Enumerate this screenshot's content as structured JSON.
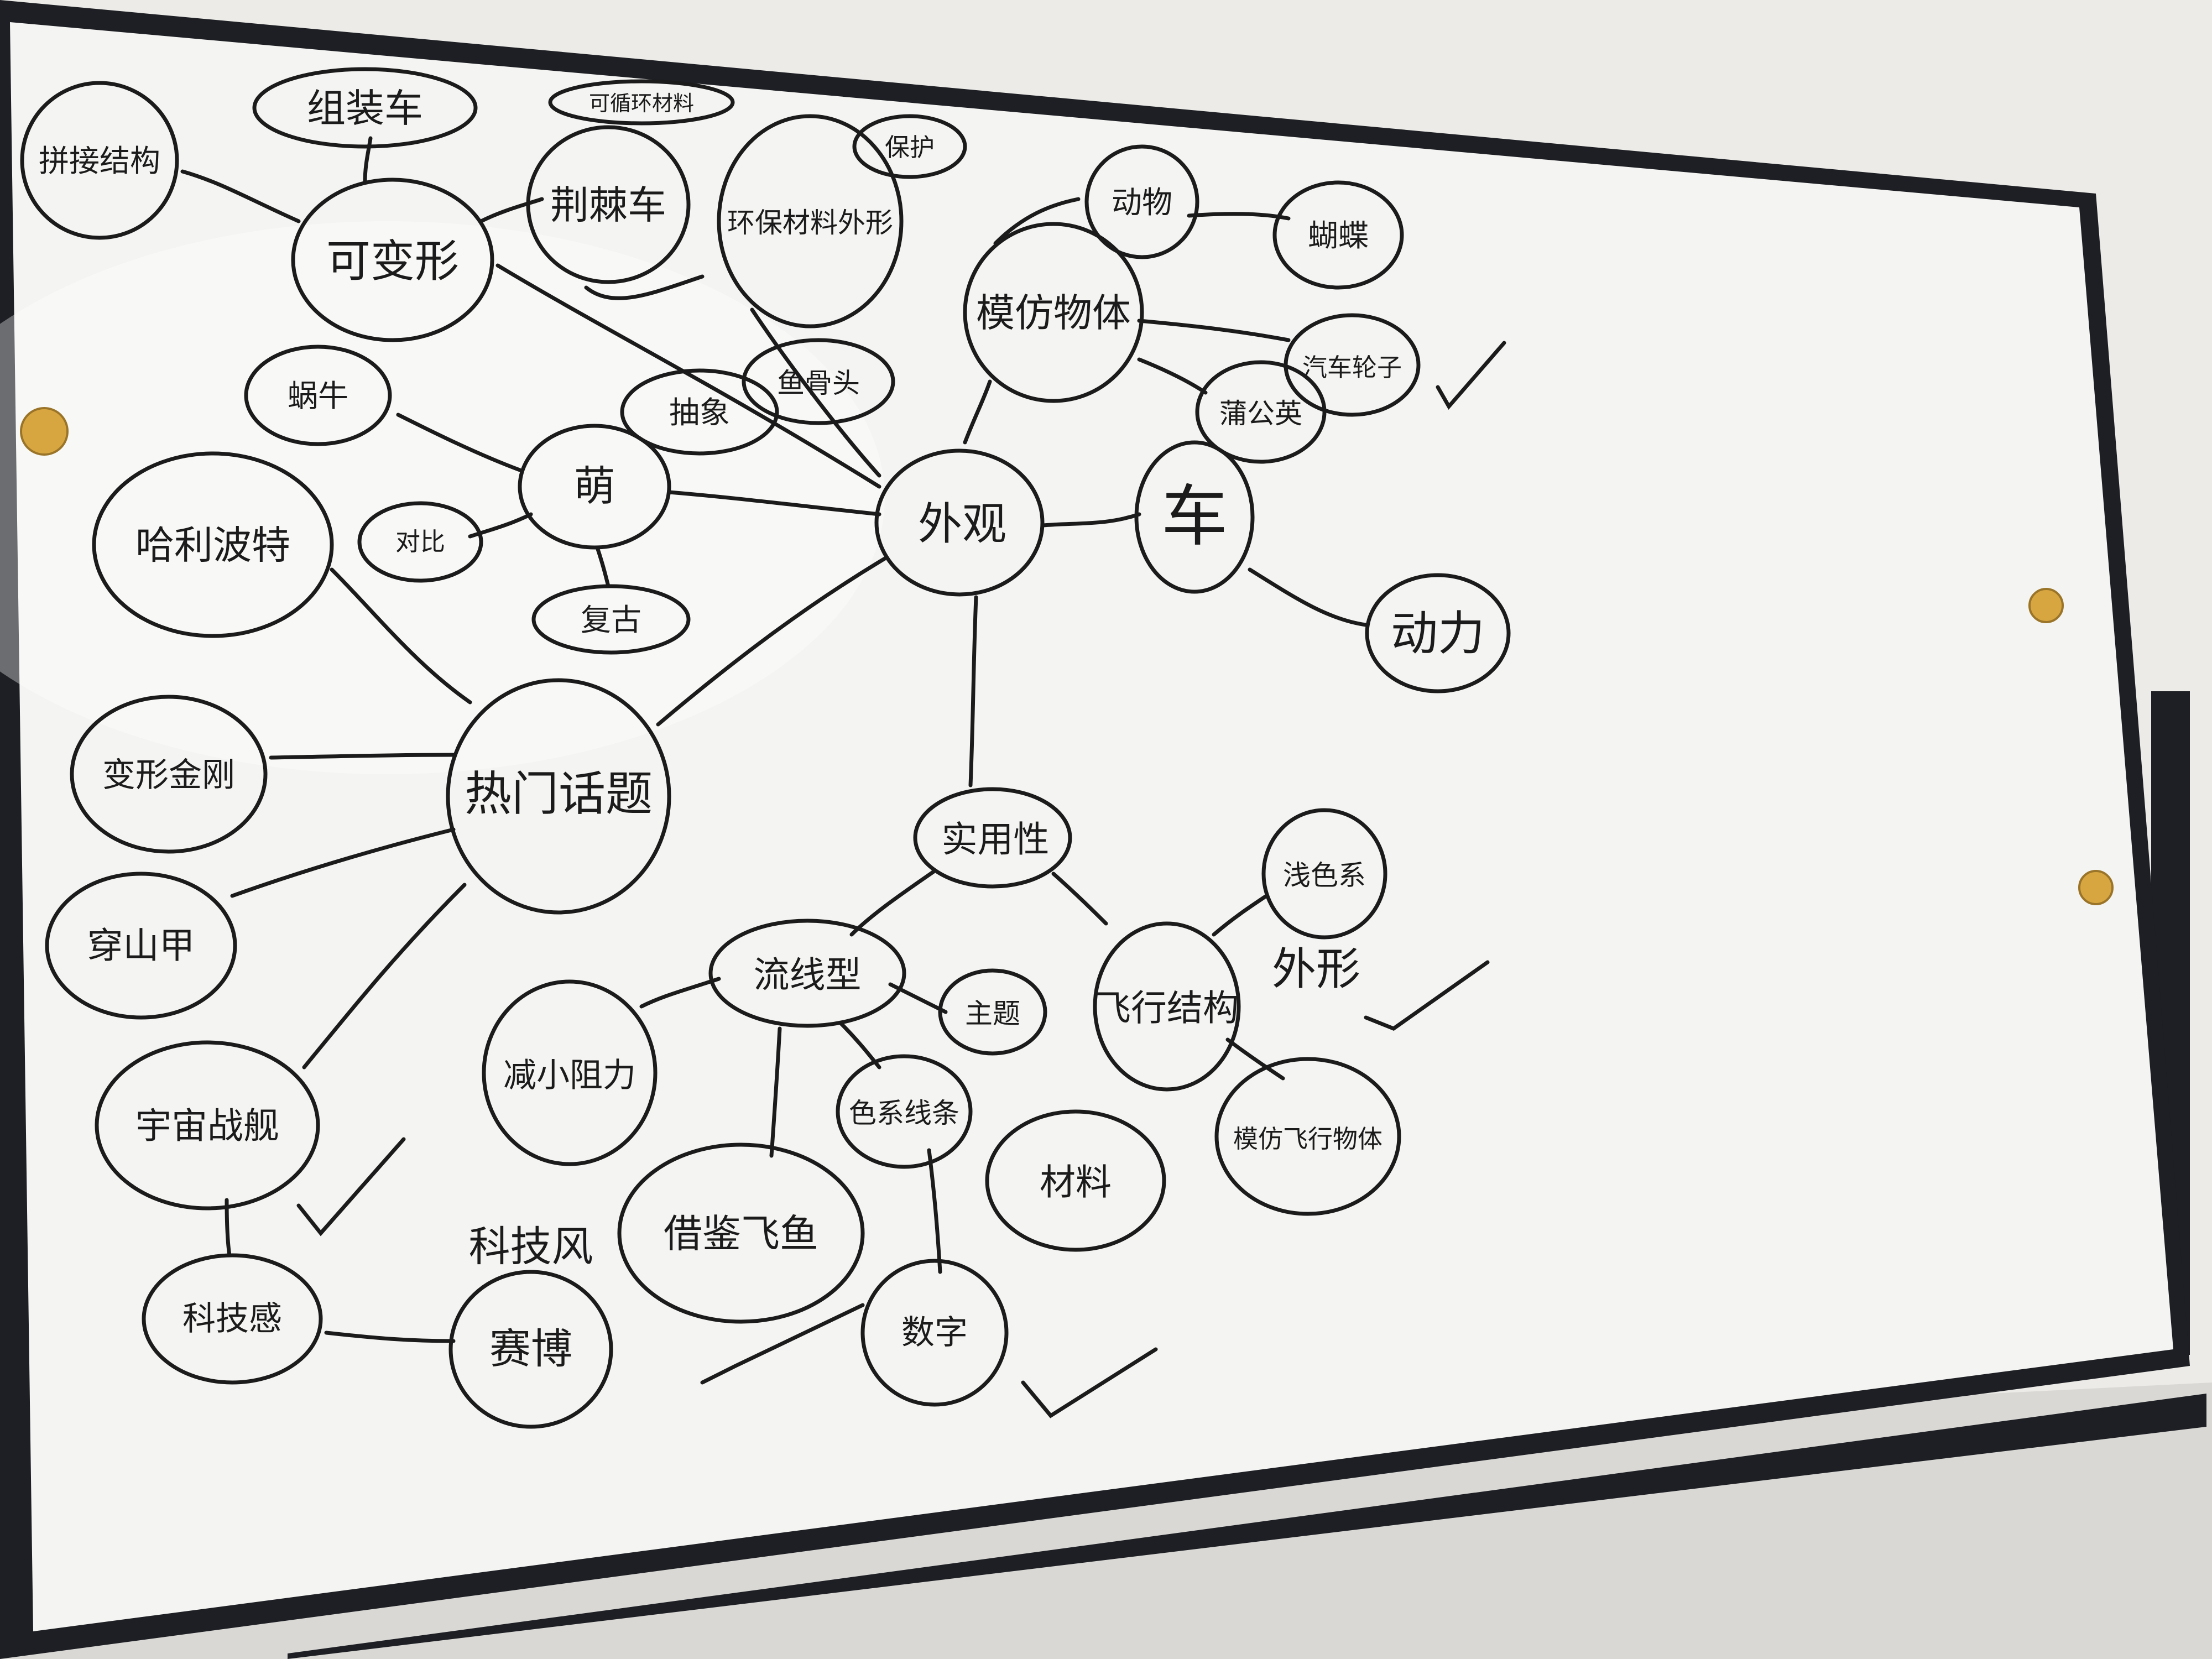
{
  "palette": {
    "board": "#f4f4f2",
    "frame": "#1d1f24",
    "wall": "#ecebe8",
    "ink": "#1b1b1b",
    "magnet": "#d8a640",
    "floor": "#d9d8d5"
  },
  "nodes": {
    "car": "车",
    "power": "动力",
    "appearance": "外观",
    "practicality": "实用性",
    "hot_topics": "热门话题",
    "imitate_objects": "模仿物体",
    "environment_materials_shape": "环保材料外形",
    "transformable": "可变形",
    "assembled_car": "组装车",
    "splicing_structure": "拼接结构",
    "thorny_car": "荆棘车",
    "recyclable": "可循环材料",
    "protect": "保护",
    "animal": "动物",
    "cute": "萌",
    "snail": "蜗牛",
    "compare": "对比",
    "retro": "复古",
    "abstract": "抽象",
    "fish_bone": "鱼骨头",
    "harry_potter": "哈利波特",
    "transformers": "变形金刚",
    "pangolin": "穿山甲",
    "space_battleship": "宇宙战舰",
    "tech_feel": "科技感",
    "tech_style": "科技风",
    "cyberpunk": "赛博",
    "streamline": "流线型",
    "reduce_resistance": "减小阻力",
    "theme": "主题",
    "color_lines": "色系线条",
    "learn_from_flying_fish": "借鉴飞鱼",
    "digital": "数字",
    "flight_structure": "飞行结构",
    "light_color": "浅色系",
    "shape": "外形",
    "material": "材料",
    "imitate_flying_objects": "模仿飞行物体",
    "bug_shape": "蝴蝶",
    "car_wheel": "汽车轮子",
    "dandelion": "蒲公英"
  }
}
